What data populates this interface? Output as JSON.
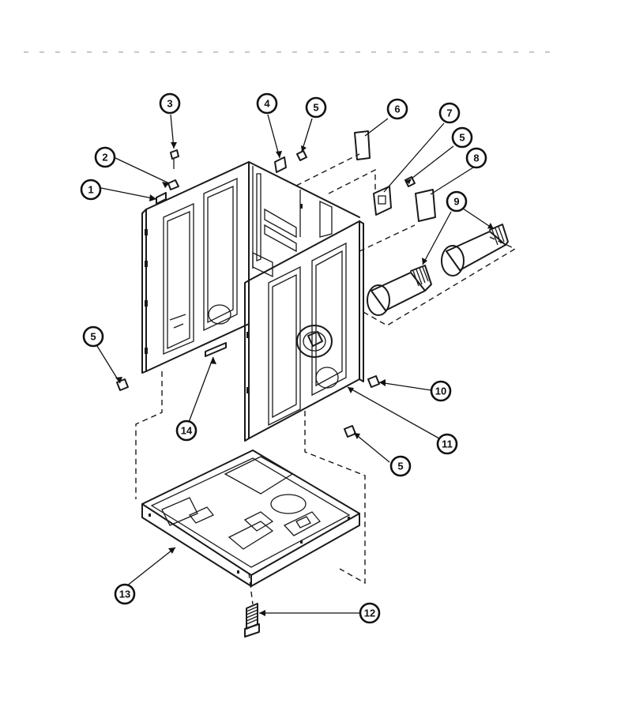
{
  "diagram": {
    "callouts": [
      {
        "id": "c1",
        "label": "1"
      },
      {
        "id": "c2",
        "label": "2"
      },
      {
        "id": "c3",
        "label": "3"
      },
      {
        "id": "c4",
        "label": "4"
      },
      {
        "id": "c5a",
        "label": "5"
      },
      {
        "id": "c6",
        "label": "6"
      },
      {
        "id": "c7",
        "label": "7"
      },
      {
        "id": "c5b",
        "label": "5"
      },
      {
        "id": "c8",
        "label": "8"
      },
      {
        "id": "c9",
        "label": "9"
      },
      {
        "id": "c5c",
        "label": "5"
      },
      {
        "id": "c10",
        "label": "10"
      },
      {
        "id": "c11",
        "label": "11"
      },
      {
        "id": "c14",
        "label": "14"
      },
      {
        "id": "c5d",
        "label": "5"
      },
      {
        "id": "c13",
        "label": "13"
      },
      {
        "id": "c12",
        "label": "12"
      }
    ]
  }
}
